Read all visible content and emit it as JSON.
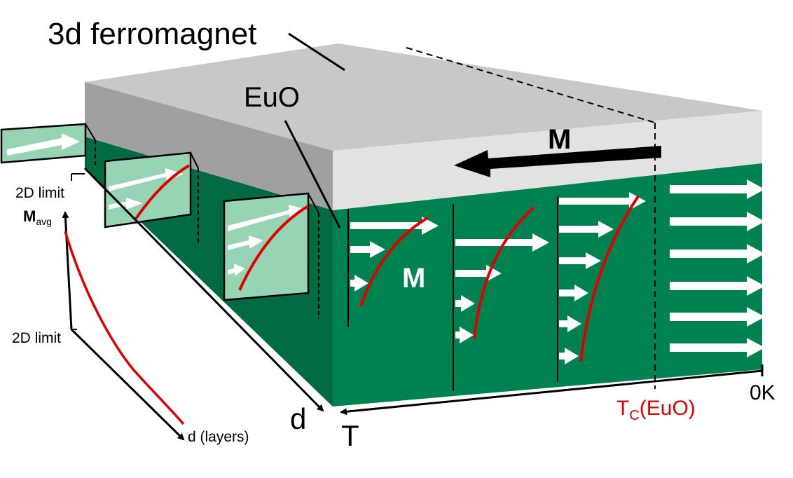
{
  "labels": {
    "ferromagnet": "3d ferromagnet",
    "euo": "EuO",
    "M_top": "M",
    "M_inner": "M",
    "tc_T": "T",
    "tc_sub": "C",
    "tc_rest": "(EuO)",
    "zero_k": "0K",
    "axis_d": "d",
    "axis_T": "T",
    "two_d_limit_top": "2D limit",
    "two_d_limit_bottom": "2D limit",
    "m_avg_main": "M",
    "m_avg_sub": "avg",
    "d_layers": "d (layers)"
  },
  "colors": {
    "top_face": "#c8c8c8",
    "side_gray_front": "#e2e2e2",
    "side_gray_left": "#a0a0a0",
    "green_front": "#008250",
    "green_left": "#006a40",
    "green_panel": "#96d4b4",
    "curve_red": "#e00000",
    "tc_red": "#e00000",
    "arrow_white": "#ffffff",
    "arrow_black": "#000000"
  },
  "icons": {
    "magnetization_arrow": "white-right-arrow",
    "big_arrow": "black-left-arrow"
  }
}
